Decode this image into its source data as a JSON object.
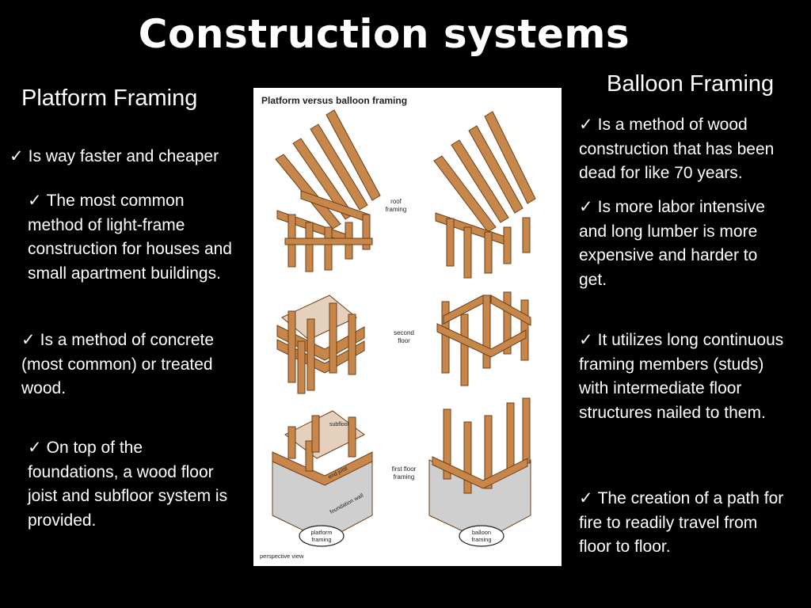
{
  "slide_title": "Construction systems",
  "left": {
    "heading": "Platform Framing",
    "bullets": [
      "Is way faster and cheaper",
      "The most common method of light-frame construction for houses and small apartment buildings.",
      "Is a method of concrete (most common) or treated wood.",
      "On top of the foundations, a wood floor joist and subfloor system is provided."
    ]
  },
  "right": {
    "heading": "Balloon Framing",
    "bullets": [
      "Is a method of wood construction that has been dead for like 70 years.",
      "Is more labor intensive and long lumber is more expensive and harder to get.",
      "It utilizes long continuous framing members (studs) with intermediate floor structures nailed to them.",
      "The creation of a path for fire to readily travel from floor to floor."
    ]
  },
  "check_mark": "✓",
  "figure": {
    "title": "Platform versus balloon framing",
    "labels": {
      "roof": [
        "roof",
        "framing"
      ],
      "second": [
        "second",
        "floor"
      ],
      "first": [
        "first floor",
        "framing"
      ],
      "subfloor": "subfloor",
      "end_joist": "end joist",
      "foundation_wall": "foundation wall",
      "platform_badge": [
        "platform",
        "framing"
      ],
      "balloon_badge": [
        "balloon",
        "framing"
      ],
      "footer": "perspective view"
    },
    "colors": {
      "wood": "#c8874a",
      "wood_dark": "#9a5f2c",
      "subfloor": "#e4d0bd",
      "concrete": "#cfcfcf"
    }
  }
}
